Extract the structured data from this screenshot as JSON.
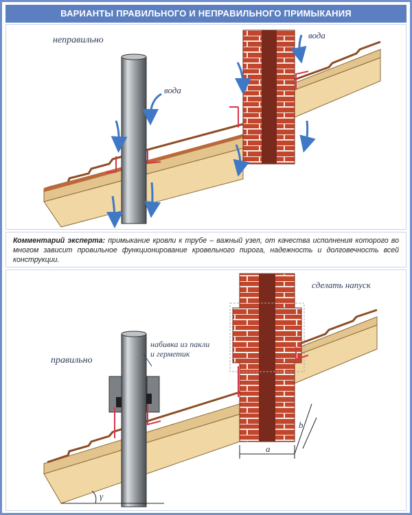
{
  "header": {
    "title": "ВАРИАНТЫ ПРАВИЛЬНОГО И НЕПРАВИЛЬНОГО ПРИМЫКАНИЯ"
  },
  "top_diagram": {
    "label_wrong": "неправильно",
    "label_water_1": "вода",
    "label_water_2": "вода"
  },
  "comment": {
    "prefix": "Комментарий эксперта:",
    "text": " примыкание кровли к трубе – важный узел, от качества исполнения которого во многом зависит провильное функционирование кровельного пирога, надежность и долговечность всей конструкции."
  },
  "bottom_diagram": {
    "label_correct": "правильно",
    "label_packing_1": "набивка из пакли",
    "label_packing_2": "и герметик",
    "label_overlap": "сделать напуск",
    "dim_a": "a",
    "dim_b": "b",
    "angle": "γ"
  },
  "colors": {
    "header_bg": "#5b7fc0",
    "brick": "#c2462c",
    "brick_dark": "#7a2a1c",
    "wood": "#f0d7a4",
    "tile": "#b9693a",
    "flashing": "#d8334a",
    "water_arrow": "#3f78c5",
    "pipe": "#9ea3a8"
  }
}
